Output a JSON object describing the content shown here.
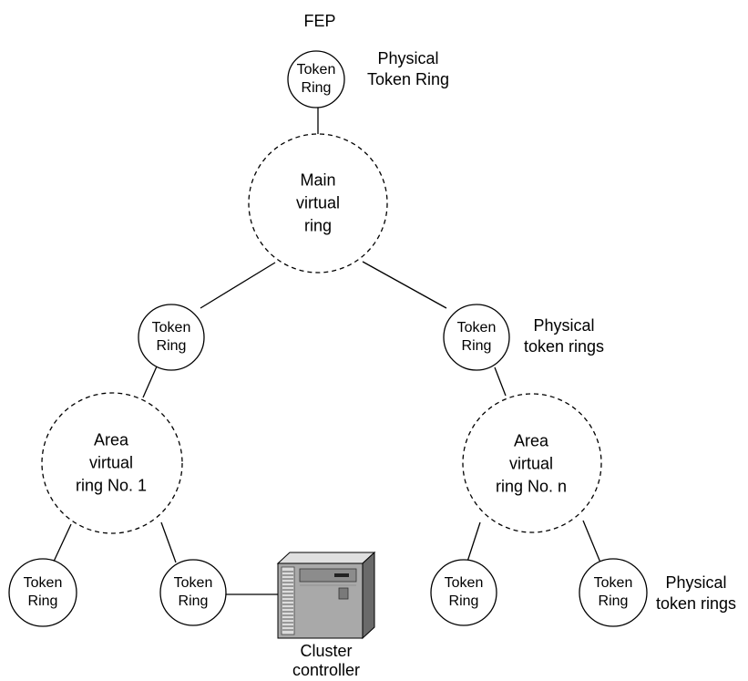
{
  "top": {
    "fep_label": "FEP",
    "ring_line1": "Token",
    "ring_line2": "Ring",
    "side_line1": "Physical",
    "side_line2": "Token Ring"
  },
  "main_virtual": {
    "line1": "Main",
    "line2": "virtual",
    "line3": "ring"
  },
  "mid_left_ring": {
    "line1": "Token",
    "line2": "Ring"
  },
  "mid_right_ring": {
    "line1": "Token",
    "line2": "Ring"
  },
  "mid_right_label": {
    "line1": "Physical",
    "line2": "token rings"
  },
  "area1": {
    "line1": "Area",
    "line2": "virtual",
    "line3": "ring No. 1"
  },
  "arean": {
    "line1": "Area",
    "line2": "virtual",
    "line3": "ring No. n"
  },
  "bottom_rings": [
    {
      "line1": "Token",
      "line2": "Ring"
    },
    {
      "line1": "Token",
      "line2": "Ring"
    },
    {
      "line1": "Token",
      "line2": "Ring"
    },
    {
      "line1": "Token",
      "line2": "Ring"
    }
  ],
  "bottom_right_label": {
    "line1": "Physical",
    "line2": "token rings"
  },
  "cluster_controller": {
    "line1": "Cluster",
    "line2": "controller"
  }
}
